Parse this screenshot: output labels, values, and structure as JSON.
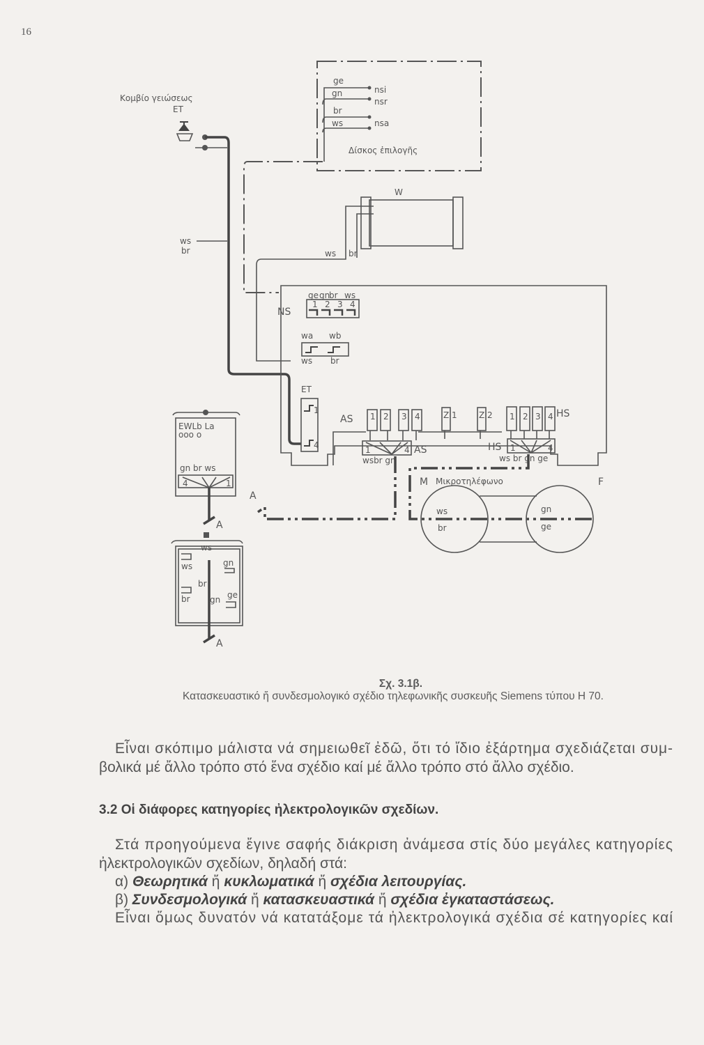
{
  "page_number": "16",
  "figure": {
    "dial": {
      "title": "Δίσκος ἐπιλογῆς",
      "wires": [
        "ge",
        "gn",
        "br",
        "ws"
      ],
      "groups": [
        "nsi",
        "nsr",
        "nsa"
      ]
    },
    "earth_button": {
      "title": "Κομβίο γειώσεως",
      "code": "ET"
    },
    "cable_label": [
      "ws",
      "br"
    ],
    "coil": {
      "title": "W",
      "wires": [
        "ws",
        "br"
      ]
    },
    "ns": {
      "label": "NS",
      "wires": [
        "ge",
        "gn",
        "br",
        "ws"
      ],
      "pins": [
        "1",
        "2",
        "3",
        "4"
      ]
    },
    "wab": {
      "labels": [
        "wa",
        "wb"
      ],
      "wires": [
        "ws",
        "br"
      ]
    },
    "et_block": {
      "label": "ET",
      "pins": [
        "1",
        "4"
      ]
    },
    "as": {
      "label": "AS",
      "pins": [
        "1",
        "2",
        "3",
        "4"
      ],
      "connector_pins": [
        "1",
        "4"
      ],
      "wires": "wsbr gn"
    },
    "z": [
      "Z 1",
      "Z 2"
    ],
    "hs": {
      "label": "HS",
      "pins": [
        "1",
        "2",
        "3",
        "4"
      ],
      "connector_pins": [
        "1",
        "4"
      ],
      "wires": "ws br gn ge"
    },
    "handset": {
      "m": "M",
      "title": "Μικροτηλέφωνο",
      "f": "F",
      "m_wires": [
        "ws",
        "br"
      ],
      "f_wires": [
        "gn",
        "ge"
      ]
    },
    "socket": {
      "labels": "EWLb La",
      "holes": "ooo   o",
      "wires": "gn  br ws",
      "pins": [
        "4",
        "1"
      ],
      "a": "A"
    },
    "plug": {
      "wires": [
        "ws",
        "ws",
        "gn",
        "br",
        "br",
        "gn",
        "ge"
      ],
      "a": "A"
    },
    "a_line": "A",
    "caption_title": "Σχ. 3.1β.",
    "caption": "Κατασκευαστικό ἤ συνδεσμολογικό σχέδιο τηλεφωνικῆς συσκευῆς Siemens τύπου Η 70."
  },
  "paragraph1": [
    "Εἶναι σκόπιμο μάλιστα νά σημειωθεῖ ἐδῶ, ὅτι τό ἴδιο ἐξάρτημα σχεδιάζεται συμ-",
    "βολικά μέ ἄλλο τρόπο στό ἕνα σχέδιο καί μέ ἄλλο τρόπο στό ἄλλο σχέδιο."
  ],
  "section_heading": "3.2 Οἱ διάφορες κατηγορίες ἠλεκτρολογικῶν σχεδίων.",
  "paragraph2": [
    "Στά προηγούμενα ἔγινε σαφής διάκριση ἀνάμεσα στίς δύο μεγάλες κατηγορίες",
    "ἠλεκτρολογικῶν σχεδίων, δηλαδή στά:"
  ],
  "list": [
    {
      "marker": "α)",
      "t1": "Θεωρητικά",
      "or1": " ἤ ",
      "t2": "κυκλωματικά",
      "or2": " ἤ ",
      "t3": "σχέδια λειτουργίας."
    },
    {
      "marker": "β)",
      "t1": "Συνδεσμολογικά",
      "or1": " ἤ ",
      "t2": "κατασκευαστικά",
      "or2": " ἤ ",
      "t3": "σχέδια ἐγκαταστάσεως."
    }
  ],
  "paragraph3": "Εἶναι ὅμως δυνατόν νά κατατάξομε τά ἠλεκτρολογικά σχέδια σέ κατηγορίες καί"
}
